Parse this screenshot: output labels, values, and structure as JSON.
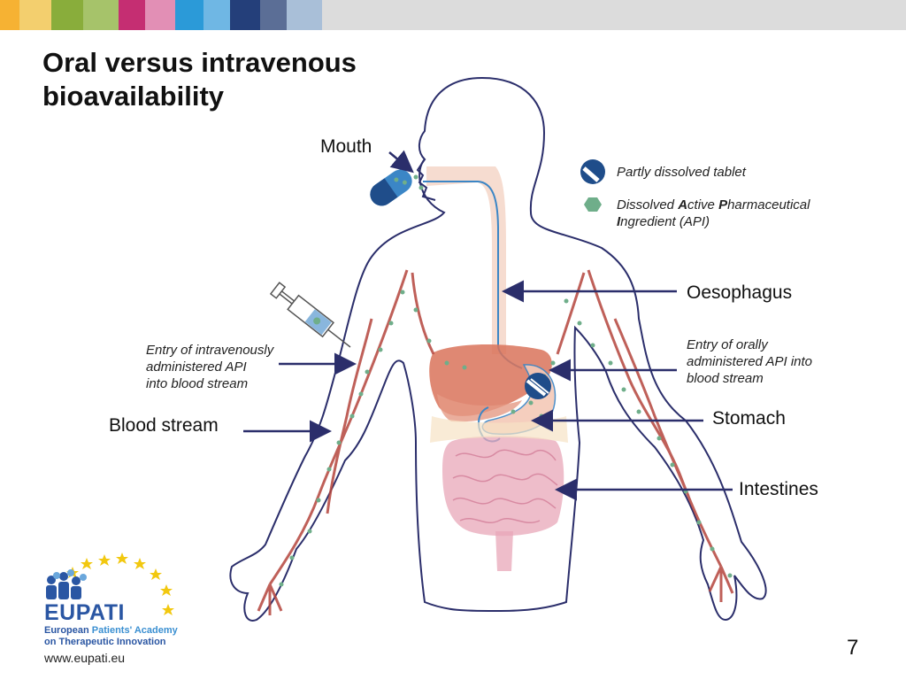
{
  "slide": {
    "title_line1": "Oral versus intravenous",
    "title_line2": "bioavailability",
    "page_number": "7"
  },
  "header_stripe": [
    "#f6b233",
    "#f3cf6e",
    "#89ad3b",
    "#a6c36a",
    "#c52e72",
    "#e28fb5",
    "#2b9ad8",
    "#6fb7e4",
    "#243f7a",
    "#5b6e96",
    "#a9bfd8",
    "#dcdcdc"
  ],
  "labels": {
    "mouth": "Mouth",
    "oesophagus": "Oesophagus",
    "stomach": "Stomach",
    "intestines": "Intestines",
    "blood_stream": "Blood stream",
    "iv_entry_1": "Entry of intravenously",
    "iv_entry_2": "administered API",
    "iv_entry_3": "into blood stream",
    "oral_entry_1": "Entry of orally",
    "oral_entry_2": "administered API into",
    "oral_entry_3": "blood stream"
  },
  "legend": {
    "tablet_icon": "pill-capsule-icon",
    "tablet_label": "Partly dissolved tablet",
    "api_icon": "hexagon-icon",
    "api_label_1": "Dissolved ",
    "api_label_A": "A",
    "api_label_2": "ctive ",
    "api_label_P": "P",
    "api_label_3": "harmaceutical",
    "api_label_I": "I",
    "api_label_4": "ngredient (API)"
  },
  "logo": {
    "name": "EUPATI",
    "line1_a": "European ",
    "line1_b": "Patients' Academy",
    "line2": "on Therapeutic Innovation",
    "url": "www.eupati.eu"
  },
  "colors": {
    "body_outline": "#2b2e6b",
    "arrow": "#2b2e6b",
    "vessel": "#b5453d",
    "api_dot": "#6fae8a",
    "liver": "#d9735a",
    "intestine": "#e8a7b8",
    "pill_dark": "#1f4d8a",
    "pill_light": "#3b86c6"
  }
}
